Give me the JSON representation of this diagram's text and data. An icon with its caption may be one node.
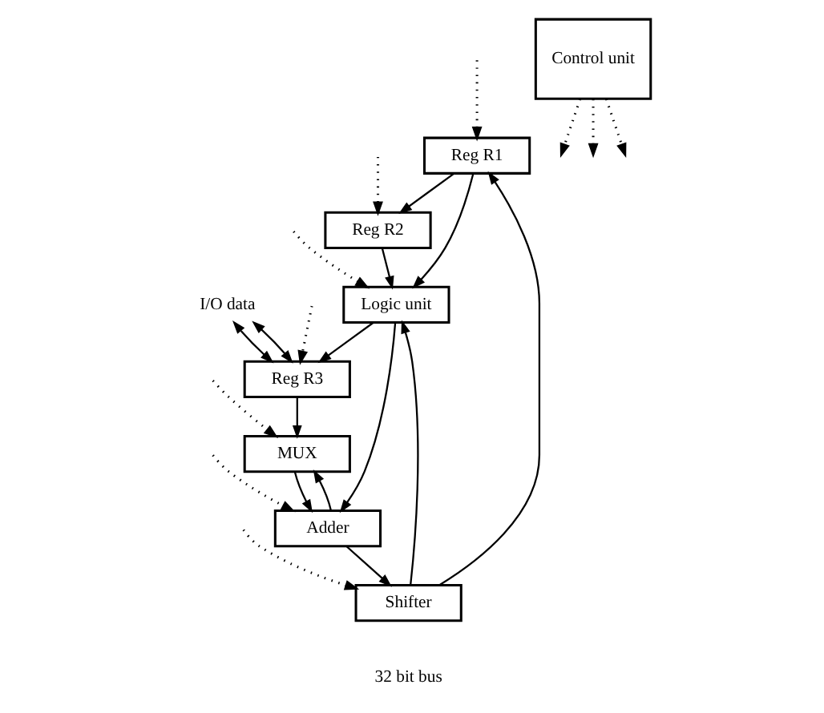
{
  "diagram": {
    "nodes": [
      {
        "text": [
          "Reg R1"
        ]
      },
      {
        "text": [
          "Reg R2"
        ]
      },
      {
        "text": [
          "I/O data"
        ]
      },
      {
        "text": [
          "Reg R3"
        ]
      },
      {
        "text": [
          "Logic unit"
        ]
      },
      {
        "text": [
          "MUX"
        ]
      },
      {
        "text": [
          "Adder"
        ]
      },
      {
        "text": [
          "Control unit"
        ]
      },
      {
        "text": [
          "Shifter"
        ]
      }
    ],
    "edges": [
      {
        "from": 0,
        "to": 4,
        "arrow": "to"
      },
      {
        "from": 0,
        "to": 1,
        "arrow": "to"
      },
      {
        "from": 1,
        "to": 4,
        "arrow": "to"
      },
      {
        "from": 2,
        "to": 3,
        "arrow": "both"
      },
      {
        "from": 2,
        "to": 3,
        "arrow": "both"
      },
      {
        "from": 3,
        "to": 5,
        "arrow": "to"
      },
      {
        "from": 4,
        "to": 6,
        "arrow": "to"
      },
      {
        "from": 4,
        "to": 3,
        "arrow": "to"
      },
      {
        "from": 5,
        "to": 6,
        "arrow": "to"
      },
      {
        "from": 6,
        "to": 8,
        "arrow": "to"
      },
      {
        "from": 6,
        "to": 5,
        "arrow": "to"
      },
      {
        "from": 8,
        "to": 0,
        "arrow": "to"
      },
      {
        "from": 8,
        "to": 4,
        "arrow": "to"
      },
      {
        "from": null,
        "to": 0,
        "arrow": "to",
        "style": "dashed"
      },
      {
        "from": null,
        "to": 1,
        "arrow": "to",
        "style": "dashed"
      },
      {
        "from": null,
        "to": 3,
        "arrow": "to",
        "style": "dashed"
      },
      {
        "from": null,
        "to": 4,
        "arrow": "to",
        "style": "dashed"
      },
      {
        "from": null,
        "to": 5,
        "arrow": "to",
        "style": "dashed"
      },
      {
        "from": null,
        "to": 6,
        "arrow": "to",
        "style": "dashed"
      },
      {
        "from": 7,
        "to": null,
        "arrow": "to",
        "style": "dashed"
      },
      {
        "from": 7,
        "to": null,
        "arrow": "to",
        "style": "dashed"
      },
      {
        "from": 7,
        "to": null,
        "arrow": "to",
        "style": "dashed"
      },
      {
        "from": null,
        "to": 8,
        "arrow": "to",
        "style": "dashed"
      }
    ],
    "labels": [
      "32 bit bus"
    ]
  }
}
